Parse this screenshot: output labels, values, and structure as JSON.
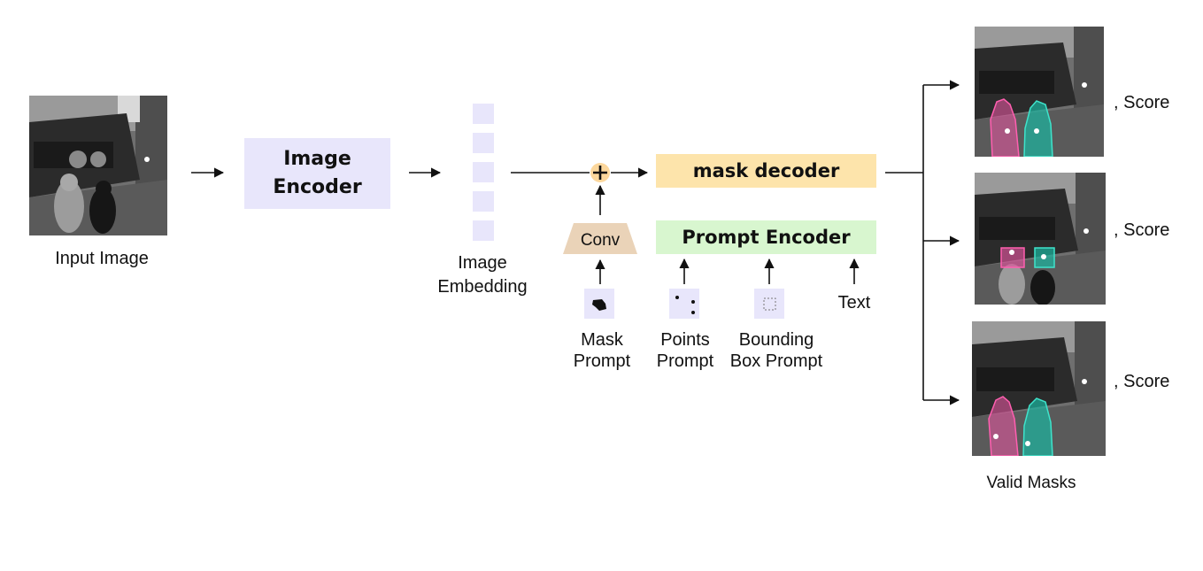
{
  "input": {
    "label": "Input Image"
  },
  "image_encoder": {
    "line1": "Image",
    "line2": "Encoder"
  },
  "embedding": {
    "line1": "Image",
    "line2": "Embedding"
  },
  "conv": {
    "label": "Conv"
  },
  "mask_decoder": {
    "label": "mask decoder"
  },
  "prompt_encoder": {
    "label": "Prompt Encoder"
  },
  "prompts": {
    "mask": {
      "line1": "Mask",
      "line2": "Prompt"
    },
    "points": {
      "line1": "Points",
      "line2": "Prompt"
    },
    "bbox": {
      "line1": "Bounding",
      "line2": "Box Prompt"
    },
    "text": {
      "label": "Text"
    }
  },
  "outputs": {
    "score_label": ", Score",
    "caption": "Valid Masks"
  },
  "colors": {
    "encoder_fill": "#e8e6fb",
    "decoder_fill": "#fde4ab",
    "prompt_encoder_fill": "#d8f6cf",
    "conv_fill": "#ead3b8",
    "plus_fill": "#fcd79c",
    "mask_pink": "#e0559c",
    "mask_teal": "#19b5a0"
  }
}
